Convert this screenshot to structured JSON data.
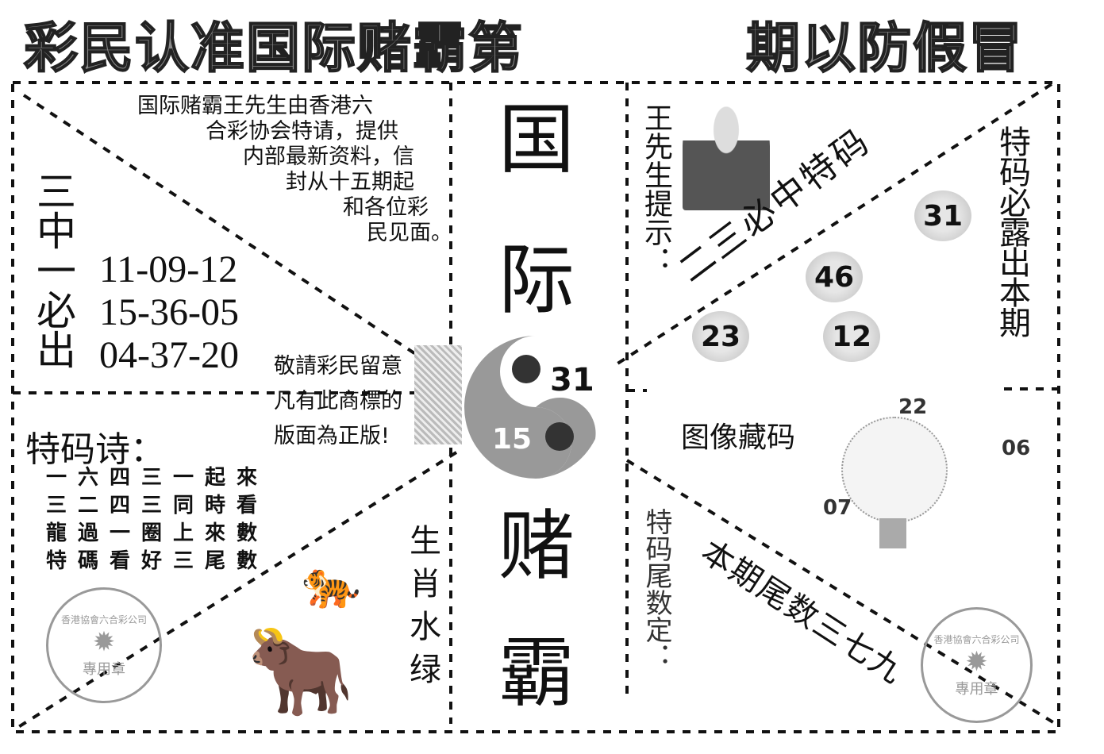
{
  "header": {
    "title_left": "彩民认准国际赌霸第",
    "title_right": "期以防假冒"
  },
  "left_top": {
    "intro_lines": [
      "国际赌霸王先生由香港六",
      "合彩协会特请，提供",
      "内部最新资料，信",
      "封从十五期起",
      "和各位彩",
      "民见面。"
    ],
    "side_label": "三中一必出",
    "number_rows": [
      "11-09-12",
      "15-36-05",
      "04-37-20"
    ]
  },
  "notice": {
    "lines": [
      "敬請彩民留意",
      "凡有此商標的",
      "版面為正版!"
    ]
  },
  "left_bottom": {
    "poem_title": "特码诗：",
    "poem_lines": [
      "一六四三一起來",
      "三二四三同時看",
      "龍過一圈上來數",
      "特碼看好三尾數"
    ],
    "zodiac_label": "生肖水绿",
    "stamp_text": "香港協會六合彩公司",
    "stamp_sub": "專用章"
  },
  "center": {
    "chars": [
      "国",
      "际",
      "赌",
      "霸"
    ],
    "yinyang_numbers": [
      "31",
      "15"
    ]
  },
  "right_top": {
    "hint_label": "王先生提示：",
    "diagonal_text": "二三必中特码",
    "side_text": "特码必露出本期",
    "balls": [
      "31",
      "46",
      "23",
      "12"
    ]
  },
  "right_bottom": {
    "image_label": "图像藏码",
    "tree_numbers": [
      "22",
      "06",
      "07"
    ],
    "tail_label": "特码尾数定：",
    "diagonal_text": "本期尾数三七九",
    "stamp_text": "香港協會六合彩公司",
    "stamp_sub": "專用章"
  }
}
